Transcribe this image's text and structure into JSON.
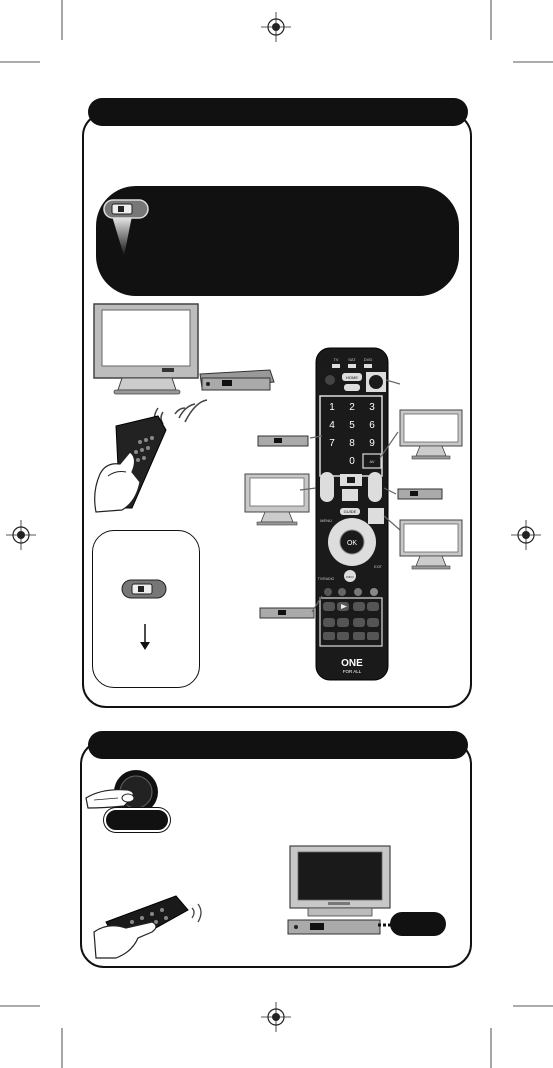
{
  "remote": {
    "top_labels": [
      "TV",
      "SAT",
      "DVD"
    ],
    "buttons": {
      "home": "HOME",
      "guide": "GUIDE",
      "menu": "MENU",
      "ok": "OK",
      "info": "INFO",
      "exit": "EXIT",
      "av": "AV",
      "tv_radio": "TV/RADIO",
      "back": "BACK"
    },
    "keypad": [
      "1",
      "2",
      "3",
      "4",
      "5",
      "6",
      "7",
      "8",
      "9",
      "0"
    ],
    "logo_line1": "ONE",
    "logo_line2": "FOR ALL"
  }
}
